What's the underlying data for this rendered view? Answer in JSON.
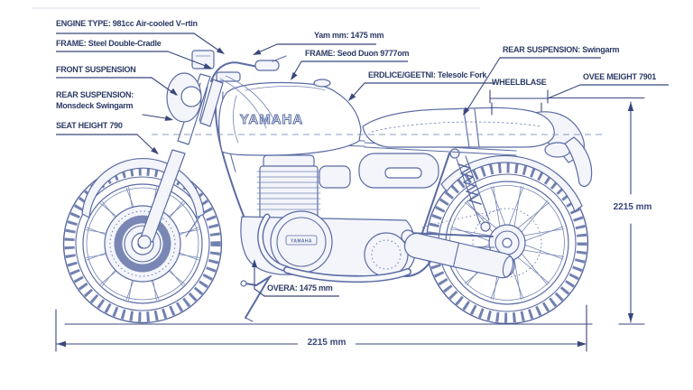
{
  "title": "Motorcycle specification blueprint",
  "colors": {
    "background": "#ffffff",
    "drawing_line": "#5b6ba3",
    "annotation": "#39477c",
    "label_text": "#2c3a66"
  },
  "callouts": {
    "engine_type": "ENGINE TYPE: 981cc Air-cooled V–rtin",
    "frame_left": "FRAME: Steel Double-Cradle",
    "front_suspension": "FRONT SUSPENSION",
    "rear_suspension_left_1": "REAR SUSPENSION:",
    "rear_suspension_left_2": "Monsdeck Swingarm",
    "seat_height": "SEAT HEIGHT 790",
    "wheelbase_top": "Yam mm: 1475 mm",
    "frame_top": "FRAME: Seod Duon 9777om",
    "front_fork": "ERDLICE/GEETNI: Telesolc Fork",
    "rear_suspension_right": "REAR SUSPENSION: Swingarm",
    "overall_height": "OVEE MEIGHT 7901",
    "wheelbase_right": "WHEELBLASE",
    "overall_mid": "OVERA: 1475 mm"
  },
  "dimensions": {
    "bottom_width": "2215 mm",
    "right_height": "2215 mm"
  },
  "artwork": {
    "tank_logo": "YAMAHA",
    "engine_badge": "YAMAHA"
  }
}
